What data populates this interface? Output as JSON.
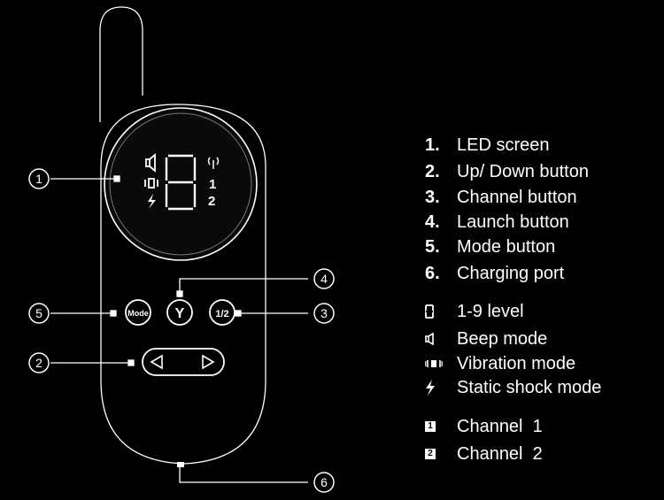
{
  "device": {
    "screen": {
      "digit_glyph": "8",
      "channel_1": "1",
      "channel_2": "2"
    },
    "mode_button_label": "Mode",
    "launch_button_label": "Y",
    "channel_button_label": "1/2"
  },
  "callouts": [
    "1",
    "2",
    "3",
    "4",
    "5",
    "6"
  ],
  "legend": {
    "numbered": [
      {
        "num": "1",
        "label": "LED screen"
      },
      {
        "num": "2",
        "label": "Up/ Down button"
      },
      {
        "num": "3",
        "label": "Channel button"
      },
      {
        "num": "4",
        "label": "Launch button"
      },
      {
        "num": "5",
        "label": "Mode button"
      },
      {
        "num": "6",
        "label": "Charging port"
      }
    ],
    "icons": [
      {
        "icon": "digit-segment-icon",
        "label": "1-9 level"
      },
      {
        "icon": "speaker-icon",
        "label": "Beep mode"
      },
      {
        "icon": "vibration-icon",
        "label": "Vibration mode"
      },
      {
        "icon": "lightning-icon",
        "label": "Static shock mode"
      }
    ],
    "channels": [
      {
        "badge": "1",
        "label": "Channel  1"
      },
      {
        "badge": "2",
        "label": "Channel  2"
      }
    ]
  }
}
